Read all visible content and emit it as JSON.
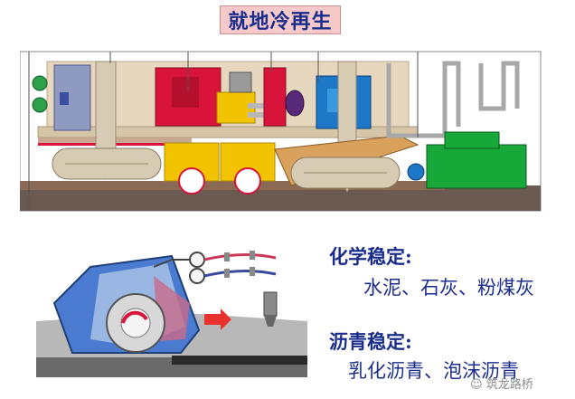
{
  "title": "就地冷再生",
  "stabilization": [
    {
      "heading": "化学稳定:",
      "detail": "水泥、石灰、粉煤灰"
    },
    {
      "heading": "沥青稳定:",
      "detail": "乳化沥青、泡沫沥青"
    }
  ],
  "watermark": "筑龙路桥",
  "colors": {
    "text_blue": "#1a2d8c",
    "title_bg": "#f5c9c9",
    "machine_beige": "#e8d7bf",
    "engine_red": "#d8143a",
    "drum_yellow": "#f2c300",
    "pump_blue": "#1e78c8",
    "truck_green": "#18a83a"
  }
}
